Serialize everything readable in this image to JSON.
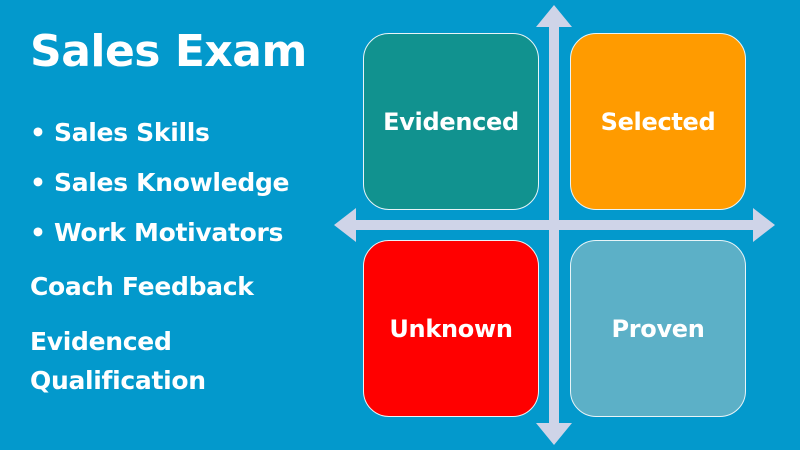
{
  "title": "Sales Exam",
  "bullets": [
    "Sales Skills",
    "Sales Knowledge",
    "Work Motivators"
  ],
  "items": [
    "Coach Feedback",
    "Evidenced Qualification"
  ],
  "items_lines": {
    "evidenced_1": "Evidenced",
    "evidenced_2": "Qualification"
  },
  "quadrants": {
    "top_left": {
      "label": "Evidenced",
      "color": "#11928f"
    },
    "top_right": {
      "label": "Selected",
      "color": "#ff9b00"
    },
    "bottom_left": {
      "label": "Unknown",
      "color": "#ff0000"
    },
    "bottom_right": {
      "label": "Proven",
      "color": "#5cb0c7"
    }
  },
  "colors": {
    "background": "#0399cc",
    "axis": "#cfd4e8"
  }
}
